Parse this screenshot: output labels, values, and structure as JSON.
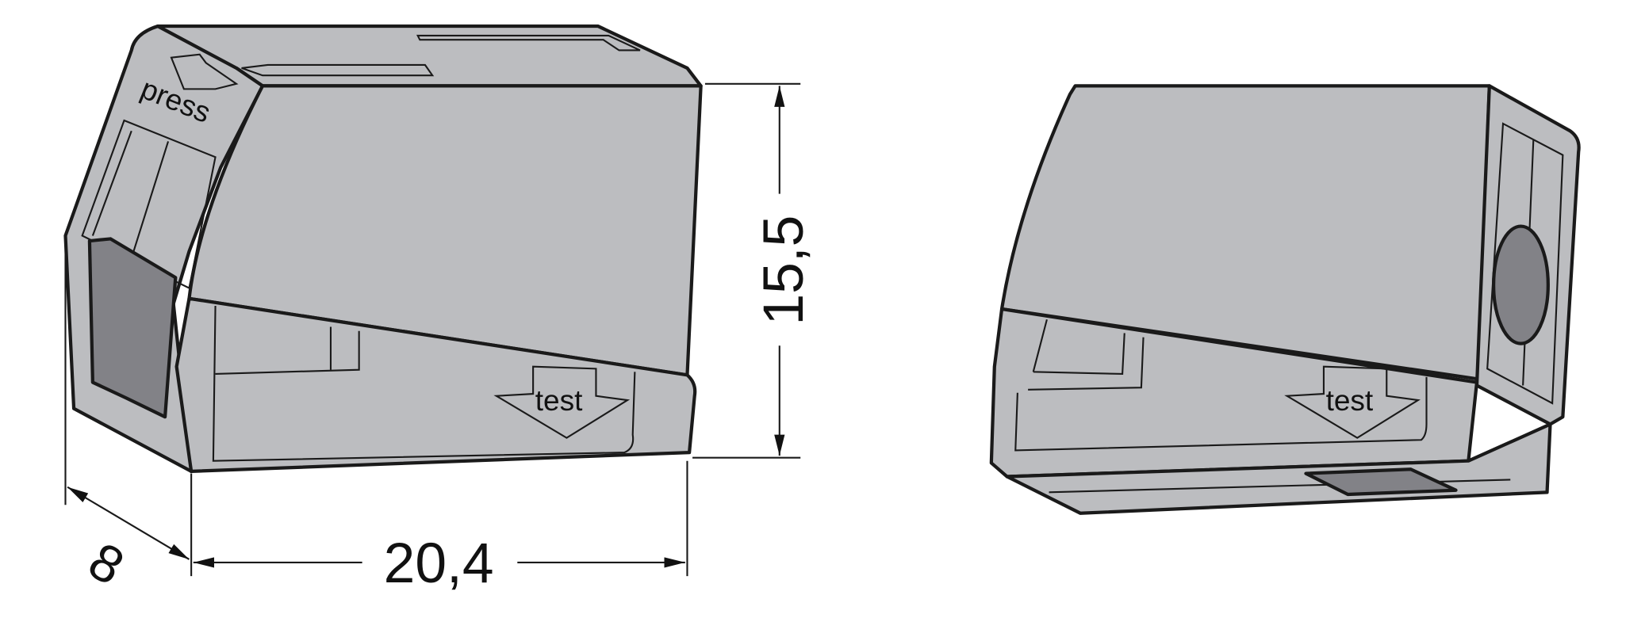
{
  "labels": {
    "press": "press",
    "test_left": "test",
    "test_right": "test"
  },
  "dimensions": {
    "height": "15,5",
    "width": "20,4",
    "depth": "8"
  },
  "colors": {
    "body": "#bcbdc0",
    "window": "#828287",
    "outline": "#1a1a1a"
  }
}
